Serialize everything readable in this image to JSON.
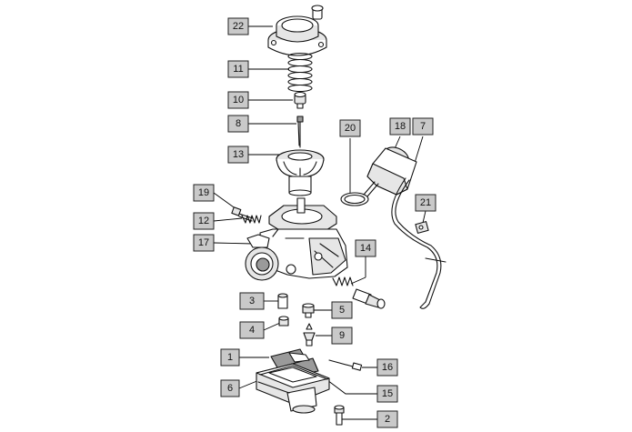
{
  "callouts": {
    "c22": "22",
    "c11": "11",
    "c10": "10",
    "c8": "8",
    "c13": "13",
    "c19": "19",
    "c12": "12",
    "c17": "17",
    "c20": "20",
    "c18": "18",
    "c7": "7",
    "c21": "21",
    "c14": "14",
    "c3": "3",
    "c5": "5",
    "c4": "4",
    "c9": "9",
    "c1": "1",
    "c16": "16",
    "c6": "6",
    "c15": "15",
    "c2": "2"
  },
  "colors": {
    "callout_fill": "#c9c9c9",
    "line": "#111111",
    "background": "#ffffff"
  }
}
